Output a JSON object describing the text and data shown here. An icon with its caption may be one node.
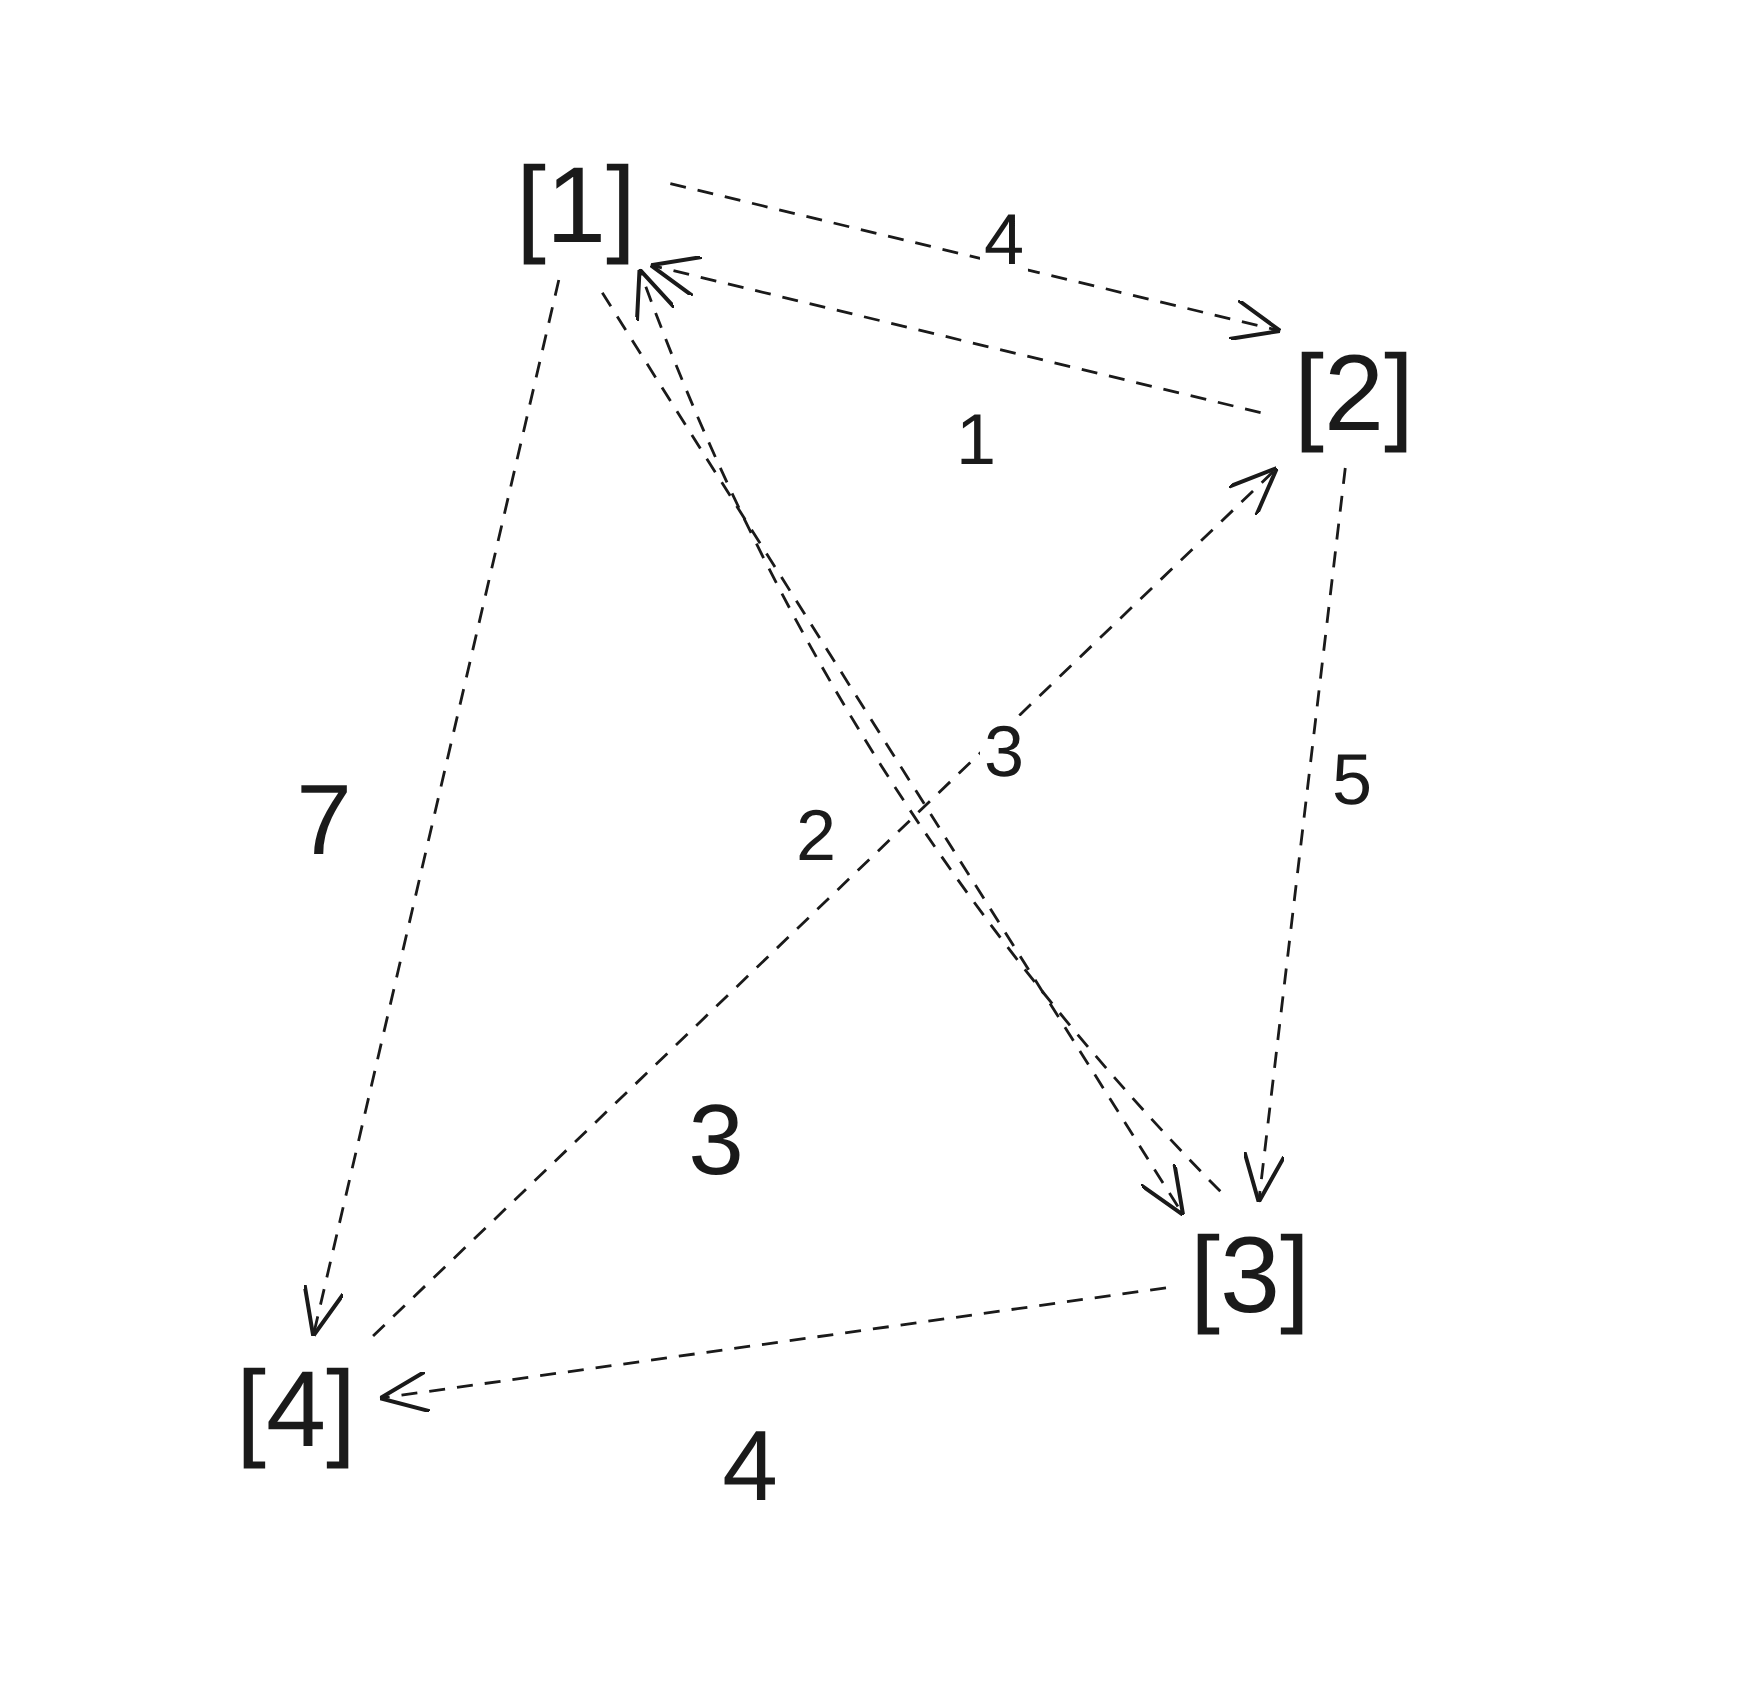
{
  "diagram": {
    "nodes": [
      {
        "text": [
          "[1]"
        ]
      },
      {
        "text": [
          "[2]"
        ]
      },
      {
        "text": [
          "[3]"
        ]
      },
      {
        "text": [
          "[4]"
        ]
      }
    ],
    "edges": [
      {
        "from": 0,
        "to": 1,
        "arrow": "to",
        "label": "4"
      },
      {
        "from": 1,
        "to": 0,
        "arrow": "to",
        "label": "1"
      },
      {
        "from": 0,
        "to": 3,
        "arrow": "to",
        "label": "7"
      },
      {
        "from": 0,
        "to": 2,
        "arrow": "to",
        "label": "2"
      },
      {
        "from": 2,
        "to": 0,
        "arrow": "to",
        "label": "3"
      },
      {
        "from": 3,
        "to": 1,
        "arrow": "to",
        "label": "3"
      },
      {
        "from": 1,
        "to": 2,
        "arrow": "to",
        "label": "5"
      },
      {
        "from": 2,
        "to": 3,
        "arrow": "to",
        "label": "4"
      }
    ]
  }
}
